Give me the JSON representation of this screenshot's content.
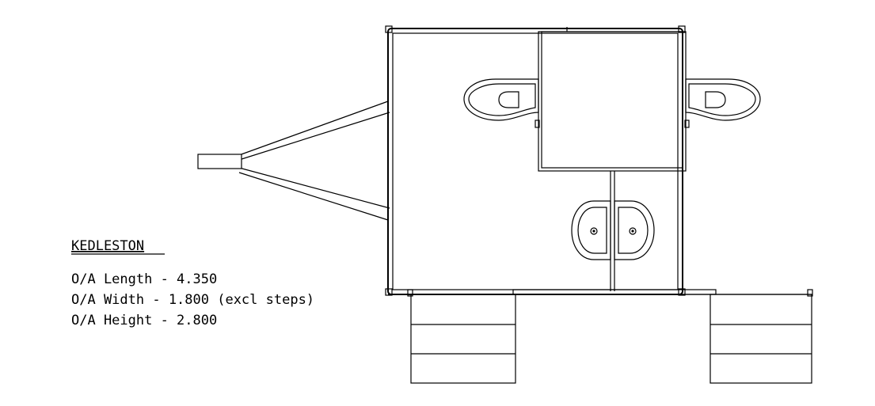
{
  "drawing": {
    "title": "KEDLESTON",
    "specs": [
      "O/A Length - 4.350",
      "O/A Width - 1.800 (excl steps)",
      "O/A Height - 2.800"
    ]
  },
  "colors": {
    "line": "#000000",
    "background": "#ffffff"
  }
}
